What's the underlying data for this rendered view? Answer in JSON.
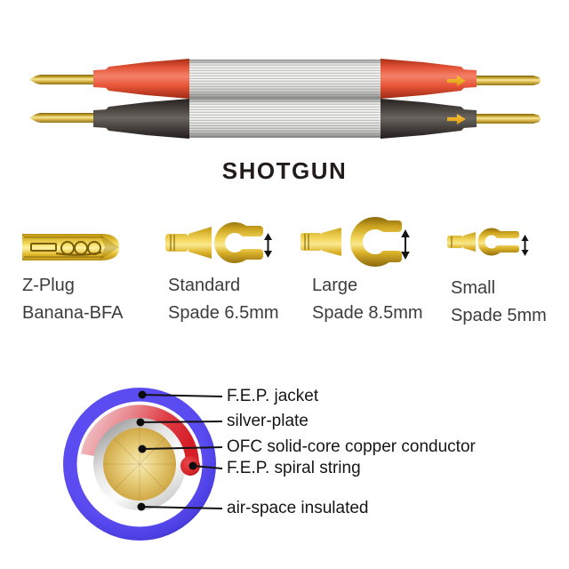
{
  "title": "SHOTGUN",
  "connectors": [
    {
      "line1": "Z-Plug",
      "line2": "Banana-BFA"
    },
    {
      "line1": "Standard",
      "line2": "Spade 6.5mm"
    },
    {
      "line1": "Large",
      "line2": "Spade 8.5mm"
    },
    {
      "line1": "Small",
      "line2": "Spade 5mm"
    }
  ],
  "cross_section": {
    "labels": [
      "F.E.P. jacket",
      "silver-plate",
      "OFC solid-core copper conductor",
      "F.E.P. spiral string",
      "air-space insulated"
    ]
  },
  "colors": {
    "jacket_blue": "#4c3fe2",
    "spiral_red": "#d51e28",
    "boot_red": "#e85438",
    "boot_black": "#4a4441",
    "connector_gold": "#e3bb2c",
    "direction_arrow_gold": "#eda722",
    "braid_silver": "#e4e4e2"
  }
}
